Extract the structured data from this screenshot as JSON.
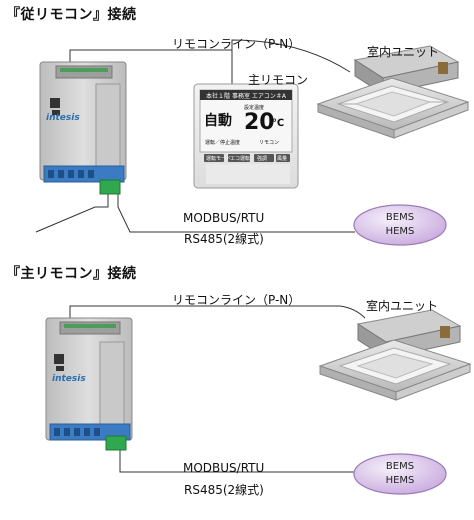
{
  "sections": [
    {
      "title": "『従リモコン』接続",
      "remote_line_label": "リモコンライン（P-N）",
      "indoor_unit_label": "室内ユニット",
      "main_remote_label": "主リモコン",
      "modbus_label": "MODBUS/RTU",
      "rs485_label": "RS485(2線式)",
      "bems_label": "BEMS",
      "hems_label": "HEMS",
      "gateway_brand": "intesis",
      "remote": {
        "header": "本社１階 事務室 エアコン＃A",
        "mode": "自動",
        "set_temp_label": "設定温度",
        "temperature": "20",
        "unit": "℃",
        "buttons": [
          "運転／停止",
          "エコ運転",
          "強調",
          "リモコン",
          "運転モード",
          "風量",
          "温度"
        ]
      }
    },
    {
      "title": "『主リモコン』接続",
      "remote_line_label": "リモコンライン（P-N）",
      "indoor_unit_label": "室内ユニット",
      "modbus_label": "MODBUS/RTU",
      "rs485_label": "RS485(2線式)",
      "bems_label": "BEMS",
      "hems_label": "HEMS",
      "gateway_brand": "intesis"
    }
  ],
  "colors": {
    "line": "#333333",
    "bems_fill_light": "#f1e9f7",
    "bems_fill_dark": "#c8a9dd",
    "bems_stroke": "#9c7ab8",
    "gateway_body": "#d6d6d6",
    "terminal_blue": "#3a78c2",
    "terminal_green": "#2fa84f"
  }
}
